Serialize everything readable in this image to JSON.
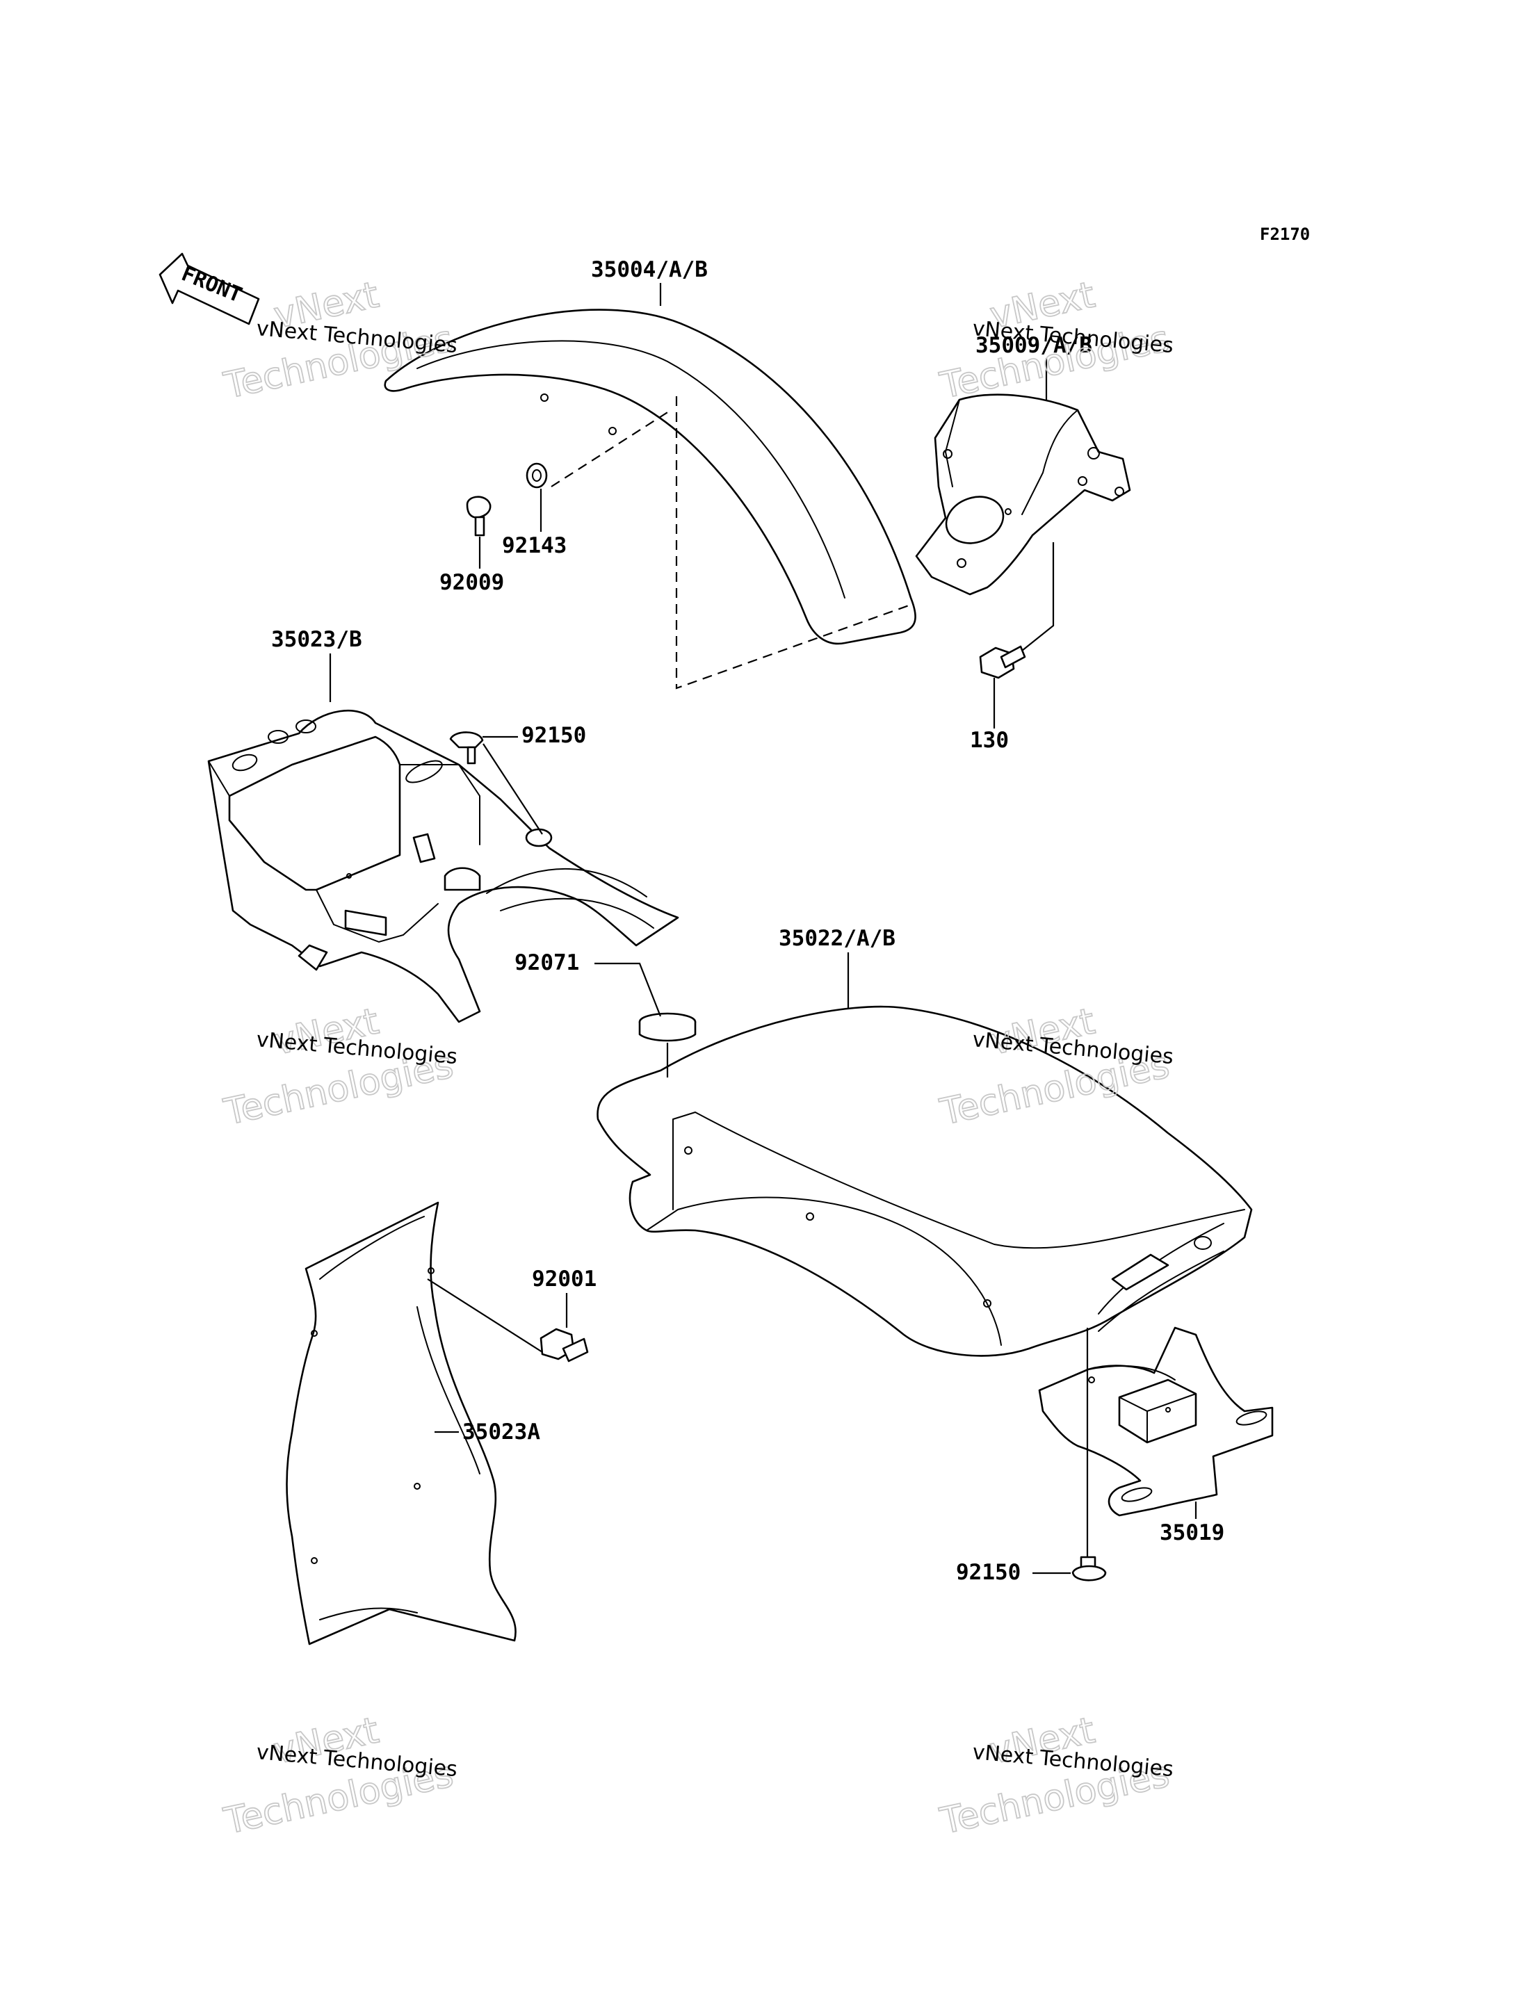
{
  "diagram": {
    "ref_code": "F2170",
    "direction_label": "FRONT",
    "parts": [
      "35004/A/B",
      "35009/A/B",
      "92143",
      "92009",
      "130",
      "35023/B",
      "92150",
      "35022/A/B",
      "92071",
      "92001",
      "35023A",
      "35019",
      "92150"
    ]
  },
  "watermark": {
    "line_small": "vNext Technologies",
    "line_large_1": "vNext",
    "line_large_2": "Technologies"
  }
}
